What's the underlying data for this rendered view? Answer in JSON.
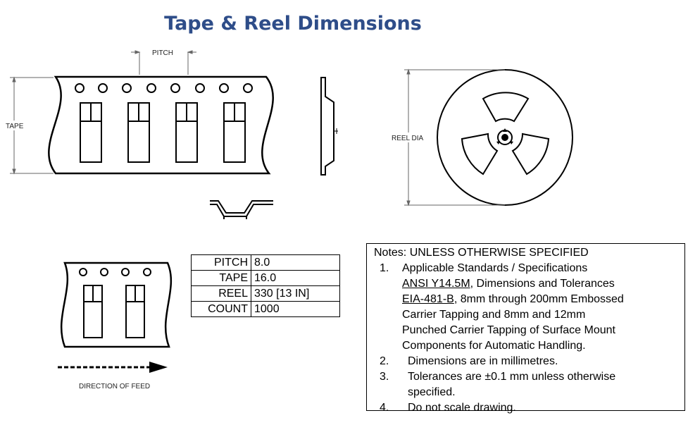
{
  "title": "Tape & Reel Dimensions",
  "labels": {
    "pitch": "PITCH",
    "tape": "TAPE",
    "reel_dia": "REEL DIA",
    "direction_of_feed": "DIRECTION OF FEED"
  },
  "spec_table": [
    {
      "key": "PITCH",
      "value": "8.0"
    },
    {
      "key": "TAPE",
      "value": "16.0"
    },
    {
      "key": "REEL",
      "value": "330 [13 IN]"
    },
    {
      "key": "COUNT",
      "value": "1000"
    }
  ],
  "notes": {
    "header": "Notes: UNLESS OTHERWISE SPECIFIED",
    "item1_num": "1.",
    "item1_line1": "Applicable Standards / Specifications",
    "item1_std1": "ANSI Y14.5M",
    "item1_std1_rest": ", Dimensions and Tolerances",
    "item1_std2": "EIA-481-B",
    "item1_std2_rest": ", 8mm through 200mm Embossed",
    "item1_line4": "Carrier Tapping and 8mm and 12mm",
    "item1_line5": "Punched Carrier Tapping of Surface Mount",
    "item1_line6": "Components for Automatic Handling.",
    "item2_num": "2.",
    "item2": "Dimensions are in millimetres.",
    "item3_num": "3.",
    "item3_line1": "Tolerances are ±0.1 mm unless otherwise",
    "item3_line2": "specified.",
    "item4_num": "4.",
    "item4": "Do not scale drawing."
  }
}
